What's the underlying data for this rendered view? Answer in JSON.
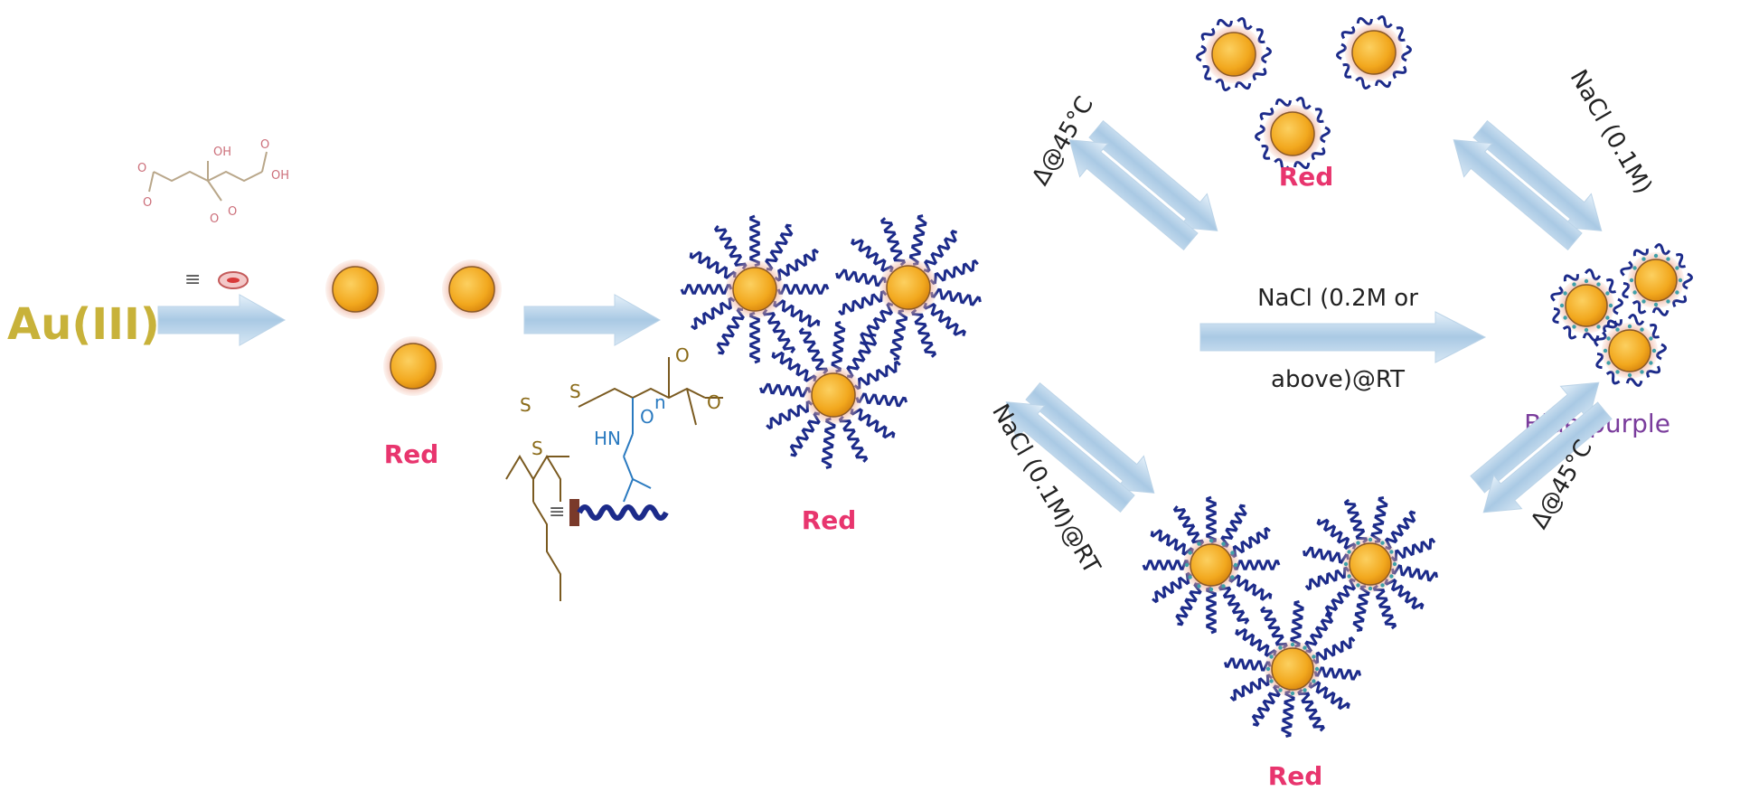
{
  "labels": {
    "precursor": "Au(III)",
    "state1": "Red",
    "state2": "Red",
    "upper_state": "Red",
    "lower_state": "Red",
    "aggregate": "Blue-purple",
    "upper_left_arrow": "Δ@45°C",
    "upper_right_arrow": "NaCl (0.1M)",
    "center_arrow_line1": "NaCl (0.2M or",
    "center_arrow_line2": "above)@RT",
    "lower_left_arrow": "NaCl (0.1M)@RT",
    "lower_right_arrow": "Δ@45°C",
    "citrate": {
      "oh": "OH",
      "oh2": "OH",
      "o1": "O",
      "o2": "O",
      "o3": "O",
      "o4": "O",
      "o5": "O"
    },
    "polymer": {
      "s1": "S",
      "s2": "S",
      "s3": "S",
      "hn": "HN",
      "o_amide": "O",
      "o_ester1": "O",
      "o_ester2": "O",
      "n": "n"
    },
    "eq1": "≡",
    "eq2": "≡"
  },
  "colors": {
    "precursor": "#c8b23a",
    "red_label": "#e8356e",
    "aggregate_label": "#7a3c9c",
    "gold_core": "#f2a81e",
    "halo": "#e8a088",
    "polymer_chain": "#1c2b8a",
    "arrow": "#a9c9e4",
    "text": "#222222"
  }
}
